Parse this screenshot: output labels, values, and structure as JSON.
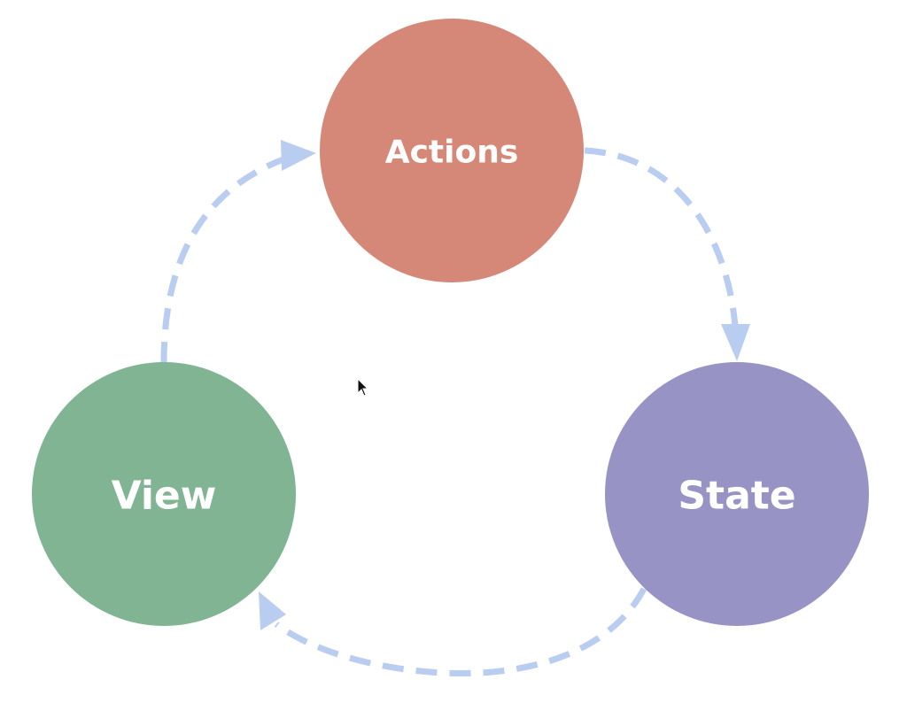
{
  "diagram": {
    "nodes": {
      "actions": {
        "label": "Actions",
        "color": "#d58878"
      },
      "state": {
        "label": "State",
        "color": "#9893c5"
      },
      "view": {
        "label": "View",
        "color": "#80b493"
      }
    },
    "edges": [
      {
        "from": "view",
        "to": "actions"
      },
      {
        "from": "actions",
        "to": "state"
      },
      {
        "from": "state",
        "to": "view"
      }
    ],
    "arrow_color": "#b9cdf1"
  }
}
